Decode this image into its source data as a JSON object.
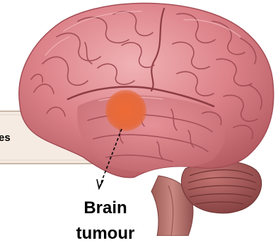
{
  "callout": {
    "text": "es"
  },
  "annotation": {
    "line1": "Brain",
    "line2": "tumour"
  },
  "colors": {
    "brain_base": "#d97a80",
    "brain_light": "#eba2a6",
    "brain_dark": "#9e4a52",
    "cerebellum": "#a85a58",
    "brainstem": "#b7756f",
    "tumour": "#e86a3a",
    "callout_fill": "#f2e6dc",
    "callout_border": "#c9b7a6"
  }
}
